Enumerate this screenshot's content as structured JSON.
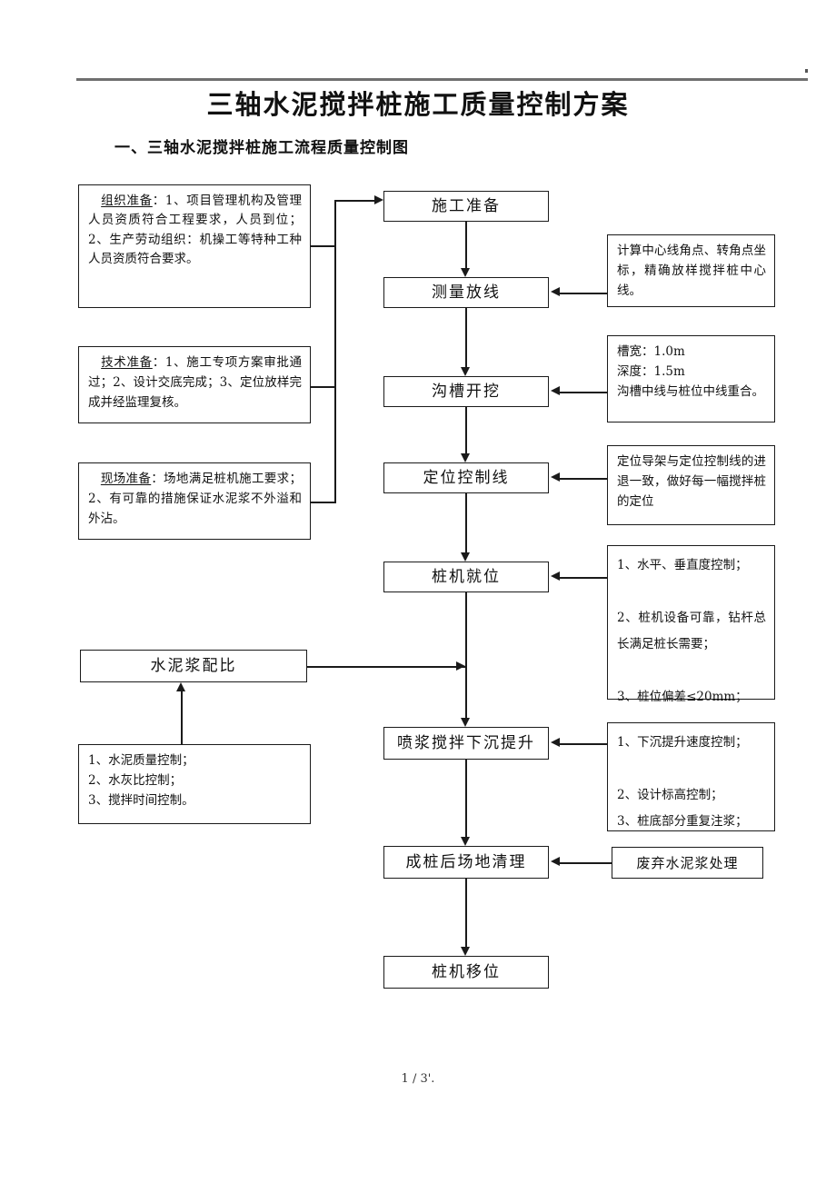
{
  "document": {
    "title": "三轴水泥搅拌桩施工质量控制方案",
    "section_heading": "一、三轴水泥搅拌桩施工流程质量控制图",
    "footer": "1 / 3'."
  },
  "flow": {
    "left_notes": [
      {
        "id": "organization-preparation",
        "underlined_label": "组织准备",
        "text": "组织准备：1、项目管理机构及管理人员资质符合工程要求，人员到位；2、生产劳动组织：机操工等特种工种人员资质符合要求。"
      },
      {
        "id": "technical-preparation",
        "underlined_label": "技术准备",
        "text": "技术准备：1、施工专项方案审批通过；2、设计交底完成；3、定位放样完成并经监理复核。"
      },
      {
        "id": "site-preparation",
        "underlined_label": "现场准备",
        "text": "现场准备：场地满足桩机施工要求；2、有可靠的措施保证水泥浆不外溢和外沾。"
      }
    ],
    "grout_mix_box": "水泥浆配比",
    "grout_mix_note": "1、水泥质量控制；\n2、水灰比控制；\n3、搅拌时间控制。",
    "process_nodes": [
      {
        "id": "construction-preparation",
        "label": "施工准备"
      },
      {
        "id": "survey-setting-out",
        "label": "测量放线"
      },
      {
        "id": "trench-excavation",
        "label": "沟槽开挖"
      },
      {
        "id": "positioning-control-line",
        "label": "定位控制线"
      },
      {
        "id": "pile-machine-in-position",
        "label": "桩机就位"
      },
      {
        "id": "spray-mixing-sink-lift",
        "label": "喷浆搅拌下沉提升"
      },
      {
        "id": "site-cleanup-after-piling",
        "label": "成桩后场地清理"
      },
      {
        "id": "pile-machine-relocation",
        "label": "桩机移位"
      }
    ],
    "right_notes": [
      {
        "id": "survey-note",
        "text": "计算中心线角点、转角点坐标，精确放样搅拌桩中心线。"
      },
      {
        "id": "trench-note",
        "text": "槽宽：1.0m\n深度：1.5m\n沟槽中线与桩位中线重合。"
      },
      {
        "id": "positioning-note",
        "text": "定位导架与定位控制线的进退一致，做好每一幅搅拌桩的定位"
      },
      {
        "id": "pile-machine-note",
        "text": "1、水平、垂直度控制；\n\n2、桩机设备可靠，钻杆总长满足桩长需要；\n\n3、桩位偏差≤20mm；"
      },
      {
        "id": "spray-mixing-note",
        "text": "1、下沉提升速度控制；\n\n2、设计标高控制；\n3、桩底部分重复注浆；"
      },
      {
        "id": "waste-grout-note",
        "text": "废弃水泥浆处理"
      }
    ]
  },
  "colors": {
    "ink": "#111111",
    "rule": "#6f6f6f",
    "page_background": "#ffffff"
  }
}
